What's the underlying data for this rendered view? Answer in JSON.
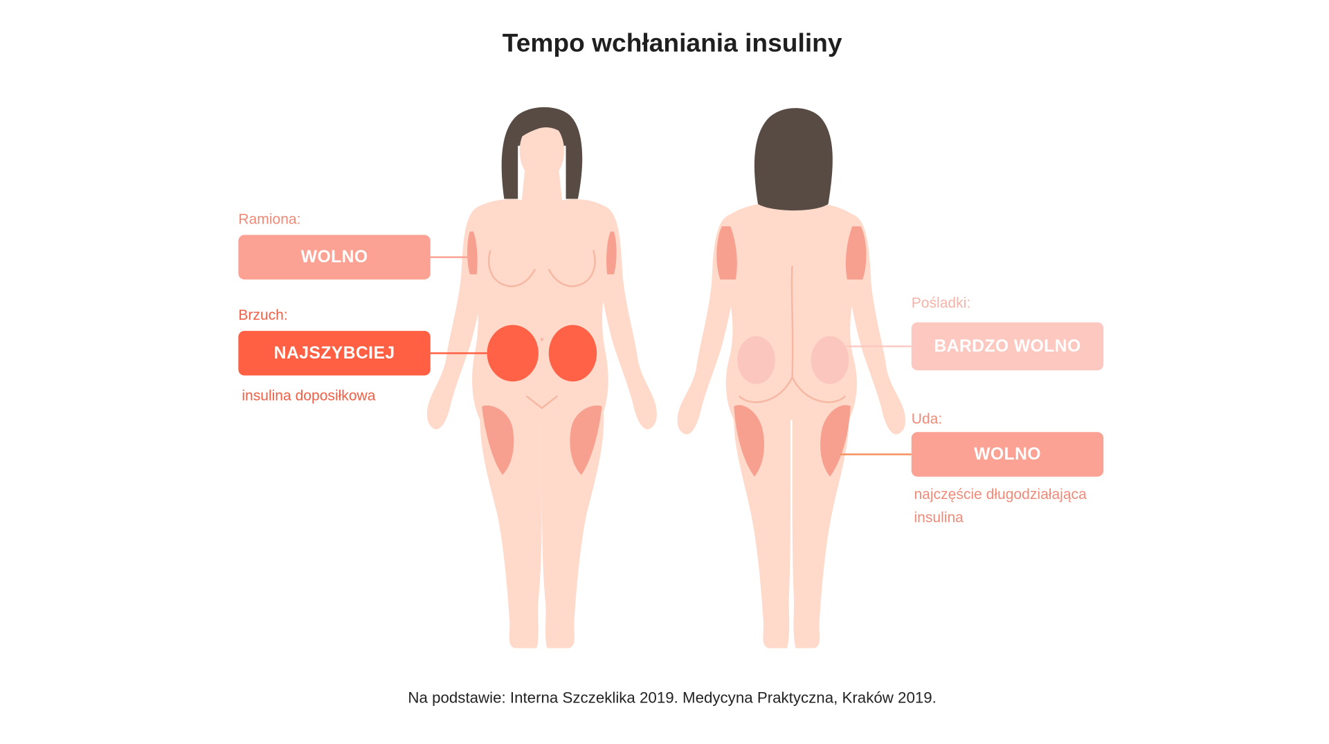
{
  "title": "Tempo wchłaniania insuliny",
  "zones": {
    "arms": {
      "caption": "Ramiona:",
      "speed": "WOLNO",
      "color": "#fba294"
    },
    "abdomen": {
      "caption": "Brzuch:",
      "speed": "NAJSZYBCIEJ",
      "note": "insulina doposiłkowa",
      "color": "#ff5f42"
    },
    "buttocks": {
      "caption": "Pośladki:",
      "speed": "BARDZO WOLNO",
      "color": "#fcc8c0"
    },
    "thighs": {
      "caption": "Uda:",
      "speed": "WOLNO",
      "note_line1": "najczęście długodziałająca",
      "note_line2": "insulina",
      "color": "#fba294"
    }
  },
  "colors": {
    "skin": "#ffdacb",
    "skin_outline": "#f6b7a3",
    "hair": "#574b44",
    "zone_medium": "#f8a090",
    "zone_fast": "#ff6247",
    "zone_pale": "#fbc6bd",
    "thigh_connector": "#f5905f"
  },
  "footer": "Na podstawie: Interna Szczeklika 2019. Medycyna Praktyczna, Kraków 2019."
}
